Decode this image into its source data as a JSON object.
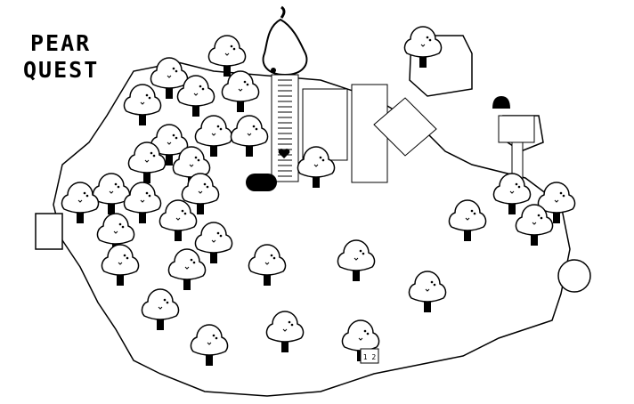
{
  "game": {
    "title_line1": "PEAR",
    "title_line2": "QUEST"
  },
  "colors": {
    "ink": "#000000",
    "paper": "#ffffff"
  },
  "map": {
    "sign_label": "1 2"
  }
}
